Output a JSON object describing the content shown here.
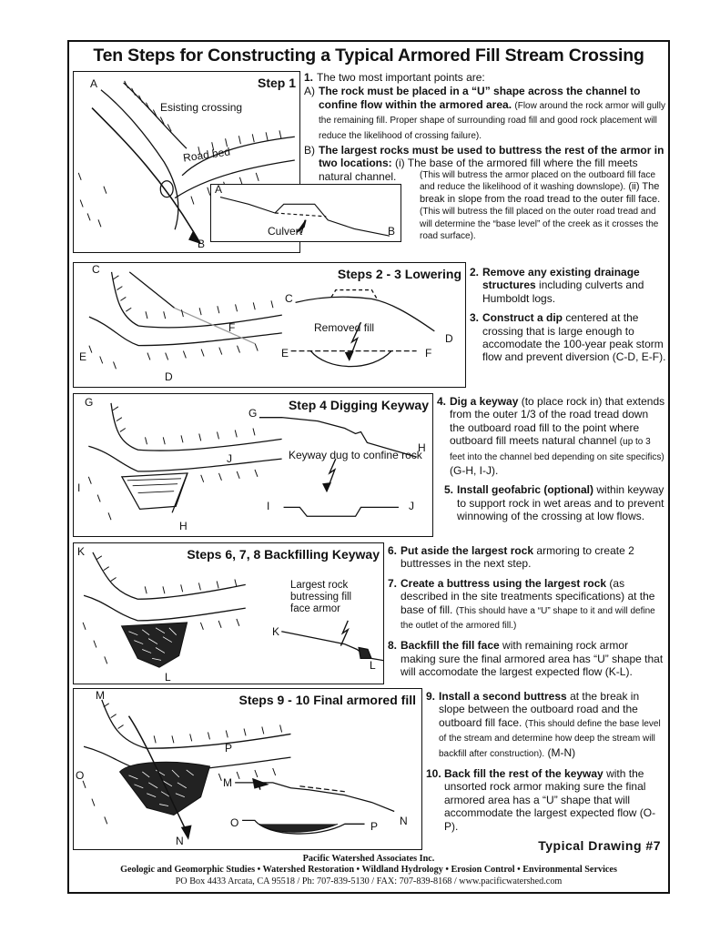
{
  "title": "Ten Steps for Constructing a Typical Armored Fill Stream Crossing",
  "panels": {
    "p1": {
      "title": "Step 1",
      "labels": {
        "a_top": "A",
        "b_bottom": "B",
        "existing": "Esisting crossing",
        "roadbed": "Road bed",
        "a_inset": "A",
        "b_inset": "B",
        "culvert": "Culvert"
      }
    },
    "p2": {
      "title": "Steps 2 - 3  Lowering",
      "labels": {
        "c_plan": "C",
        "d_plan": "D",
        "e_plan": "E",
        "f_plan": "F",
        "c_profile": "C",
        "d_profile": "D",
        "e_section": "E",
        "f_section": "F",
        "removed": "Removed fill"
      }
    },
    "p3": {
      "title": "Step 4  Digging Keyway",
      "labels": {
        "g_plan": "G",
        "h_plan": "H",
        "i_plan": "I",
        "j_plan": "J",
        "g_profile": "G",
        "h_profile": "H",
        "i_section": "I",
        "j_section": "J",
        "keyway": "Keyway dug to confine rock"
      }
    },
    "p4": {
      "title": "Steps 6, 7, 8  Backfilling Keyway",
      "labels": {
        "k_plan": "K",
        "l_plan": "L",
        "k_profile": "K",
        "l_profile": "L",
        "largest": "Largest rock butressing fill face armor"
      }
    },
    "p5": {
      "title": "Steps 9 - 10  Final armored fill",
      "labels": {
        "m_plan": "M",
        "n_plan": "N",
        "o_plan": "O",
        "p_plan": "P",
        "m_profile": "M",
        "n_profile": "N",
        "o_section": "O",
        "p_section": "P"
      }
    }
  },
  "steps": {
    "s1": {
      "num": "1.",
      "intro": "The two most important points are:",
      "a_letter": "A)",
      "a_bold": "The rock must be placed in a “U” shape across the channel to confine flow within the armored area.",
      "a_small": "(Flow around the rock armor will gully the remaining fill. Proper shape of surrounding road fill and good rock placement will reduce the likelihood of crossing failure).",
      "b_letter": "B)",
      "b_bold": "The largest rocks must be used to buttress the rest of the armor in two locations:",
      "b_text1": "(i) The base of the armored fill where the fill meets natural channel.",
      "b_small1": "(This will butress the armor placed on the outboard fill face and reduce the likelihood of it washing downslope).",
      "b_text2": "(ii) The break in slope from the road tread to the outer fill face.",
      "b_small2": "(This will butress the fill placed on the outer road tread and will determine the “base level” of the creek as it crosses the road surface)."
    },
    "s2": {
      "num": "2.",
      "bold": "Remove any existing drainage structures",
      "text": "including culverts and Humboldt logs."
    },
    "s3": {
      "num": "3.",
      "bold": "Construct a dip",
      "text": "centered at the crossing that is large enough to accomodate the 100-year peak storm flow and prevent diversion (C-D, E-F)."
    },
    "s4": {
      "num": "4.",
      "bold": "Dig a keyway",
      "text": "(to place rock in) that extends from the outer 1/3 of the road tread down the outboard road fill to the point where outboard fill meets natural channel",
      "small": "(up to 3 feet into the channel bed depending on site specifics)",
      "tail": "(G-H, I-J)."
    },
    "s5": {
      "num": "5.",
      "bold": "Install geofabric (optional)",
      "text": "within keyway to support rock in wet areas and to prevent winnowing of the crossing at low flows."
    },
    "s6": {
      "num": "6.",
      "bold": "Put aside the largest rock",
      "text": "armoring to create 2 buttresses in the next step."
    },
    "s7": {
      "num": "7.",
      "bold": "Create a buttress using the largest rock",
      "text": "(as described in the site treatments specifications) at the base of fill.",
      "small": "(This should have a “U” shape to it and will define the outlet of the armored fill.)"
    },
    "s8": {
      "num": "8.",
      "bold": "Backfill the fill face",
      "text": "with remaining rock armor making sure the final armored area has “U” shape that will accomodate the largest expected flow (K-L)."
    },
    "s9": {
      "num": "9.",
      "bold": "Install a second buttress",
      "text": "at the break in slope between the outboard road and the outboard fill face.",
      "small": "(This should define the base level of the stream and determine how deep the stream will backfill after construction).",
      "tail": "(M-N)"
    },
    "s10": {
      "num": "10.",
      "bold": "Back fill the rest of the keyway",
      "text": "with the unsorted rock armor making sure the final armored area has a “U” shape that will accommodate the largest expected flow (O-P)."
    }
  },
  "typical_drawing": "Typical Drawing #7",
  "footer": {
    "company": "Pacific Watershed Associates Inc.",
    "services": "Geologic and Geomorphic Studies • Watershed Restoration • Wildland Hydrology • Erosion Control • Environmental Services",
    "address": "PO Box 4433 Arcata, CA 95518 / Ph: 707-839-5130 / FAX: 707-839-8168 / www.pacificwatershed.com"
  }
}
